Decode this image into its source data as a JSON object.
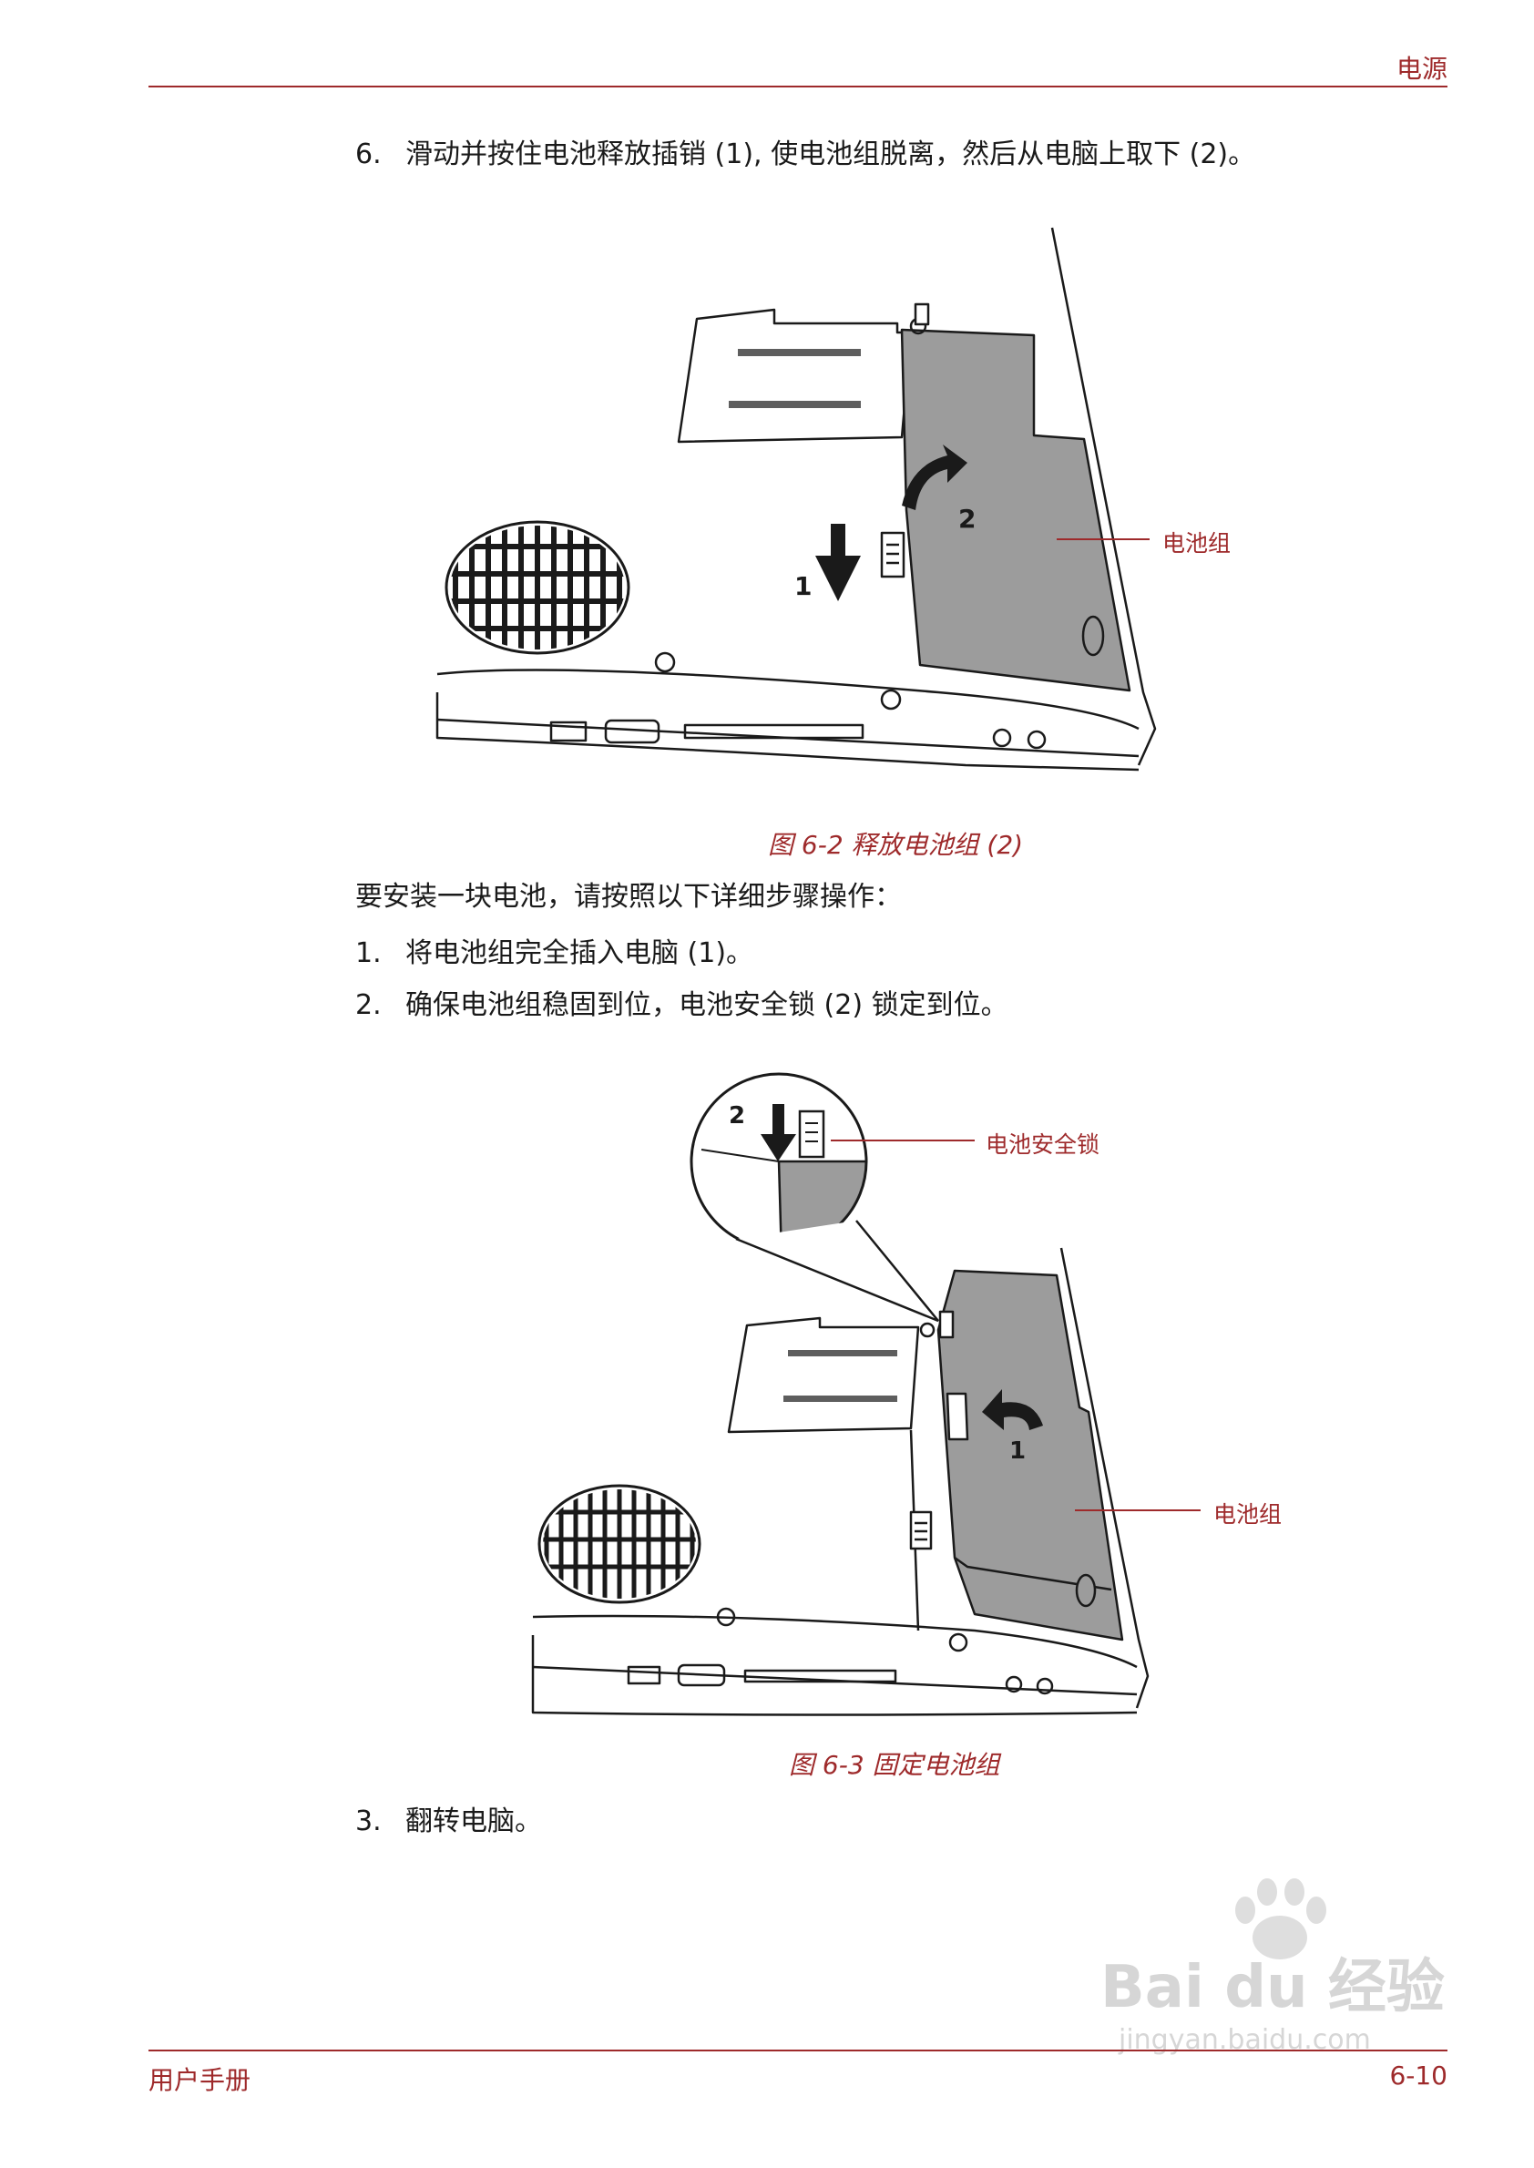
{
  "header": {
    "title": "电源"
  },
  "steps_top": [
    {
      "num": "6.",
      "text": "滑动并按住电池释放插销 (1), 使电池组脱离，然后从电脑上取下 (2)。"
    }
  ],
  "figure1": {
    "caption": "图 6-2 释放电池组 (2)",
    "callout_battery": "电池组",
    "marker_1": "1",
    "marker_2": "2"
  },
  "intro": "要安装一块电池，请按照以下详细步骤操作：",
  "steps_install": [
    {
      "num": "1.",
      "text": "将电池组完全插入电脑 (1)。"
    },
    {
      "num": "2.",
      "text": "确保电池组稳固到位，电池安全锁 (2) 锁定到位。"
    }
  ],
  "figure2": {
    "caption": "图 6-3 固定电池组",
    "callout_lock": "电池安全锁",
    "callout_battery": "电池组",
    "marker_1": "1",
    "marker_2": "2"
  },
  "steps_final": [
    {
      "num": "3.",
      "text": "翻转电脑。"
    }
  ],
  "footer": {
    "left": "用户手册",
    "right": "6-10"
  },
  "watermark": {
    "brand": "Bai du 经验",
    "url": "jingyan.baidu.com"
  }
}
